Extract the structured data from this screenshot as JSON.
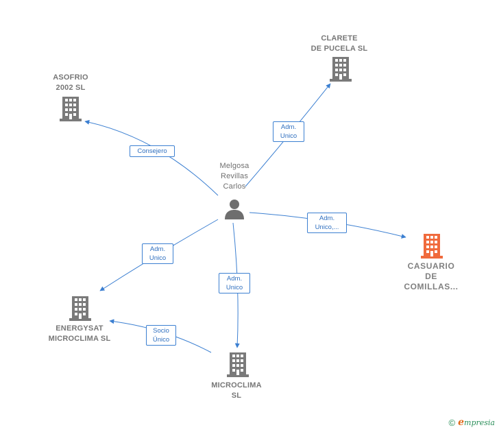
{
  "colors": {
    "edge": "#3b7fd1",
    "company_icon": "#7a7a7a",
    "highlight_icon": "#f06a3c",
    "person_icon": "#6e6e6e"
  },
  "nodes": {
    "person": {
      "lines": [
        "Melgosa",
        "Revillas",
        "Carlos"
      ],
      "icon": "person-icon"
    },
    "asofrio": {
      "lines": [
        "ASOFRIO",
        "2002 SL"
      ],
      "icon": "building-icon"
    },
    "clarete": {
      "lines": [
        "CLARETE",
        "DE PUCELA  SL"
      ],
      "icon": "building-icon"
    },
    "casuario": {
      "lines": [
        "CASUARIO",
        "DE",
        "COMILLAS..."
      ],
      "icon": "building-icon"
    },
    "energysat": {
      "lines": [
        "ENERGYSAT",
        "MICROCLIMA SL"
      ],
      "icon": "building-icon"
    },
    "microclima": {
      "lines": [
        "MICROCLIMA",
        "SL"
      ],
      "icon": "building-icon"
    }
  },
  "edges": {
    "consejero": {
      "lines": [
        "Consejero"
      ]
    },
    "clarete": {
      "lines": [
        "Adm.",
        "Unico"
      ]
    },
    "casuario": {
      "lines": [
        "Adm.",
        "Unico,..."
      ]
    },
    "energysat": {
      "lines": [
        "Adm.",
        "Unico"
      ]
    },
    "microclima": {
      "lines": [
        "Adm.",
        "Unico"
      ]
    },
    "socio": {
      "lines": [
        "Socio",
        "Único"
      ]
    }
  },
  "footer": {
    "copyright": "©",
    "brand_initial": "e",
    "brand_rest": "mpresia"
  }
}
